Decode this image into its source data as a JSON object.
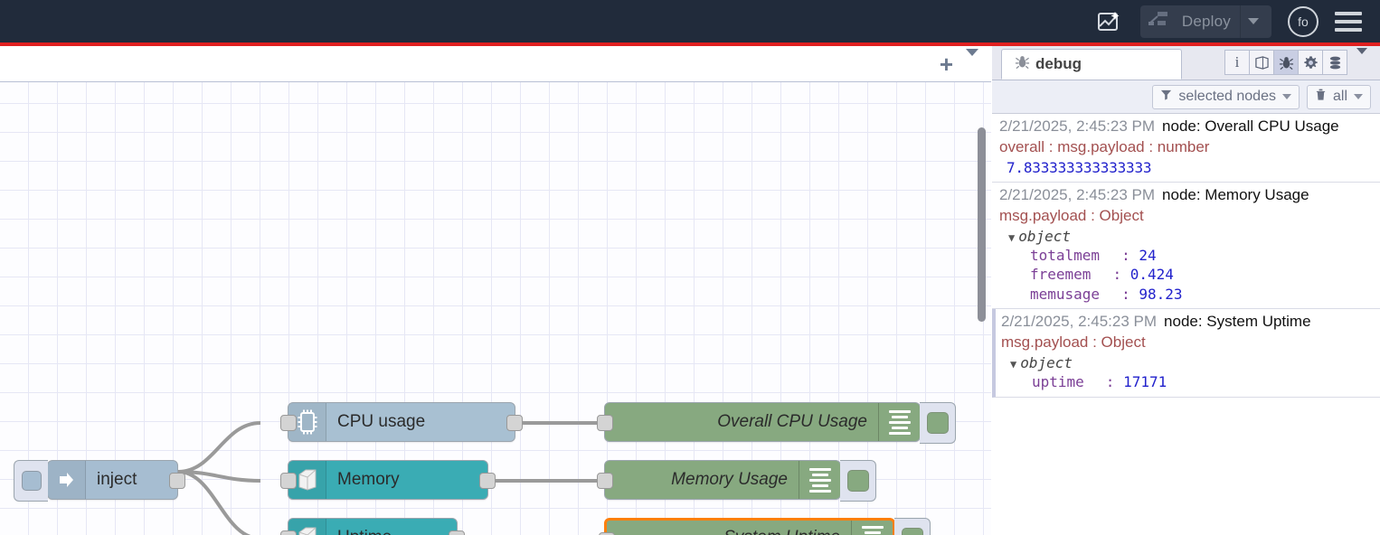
{
  "header": {
    "ai_icon": "flow-sparkle-icon",
    "deploy_label": "Deploy",
    "deploy_icon": "deploy-icon",
    "avatar_initials": "fo",
    "menu_icon": "hamburger-icon",
    "accent_red": "#e02020",
    "bg": "#212b3b"
  },
  "workspace": {
    "add_tab_label": "+",
    "tab_menu_icon": "chevron-down-icon"
  },
  "flow": {
    "nodes": [
      {
        "id": "inject",
        "label": "inject",
        "icon": "arrow-right-icon",
        "color": "#a6bdd1",
        "type": "inject"
      },
      {
        "id": "cpu",
        "label": "CPU usage",
        "icon": "cpu-chip-icon",
        "color": "#a8c0d2",
        "type": "source"
      },
      {
        "id": "memory",
        "label": "Memory",
        "icon": "server-box-icon",
        "color": "#3aacb4",
        "type": "source"
      },
      {
        "id": "uptime",
        "label": "Uptime",
        "icon": "server-box-icon",
        "color": "#3aacb4",
        "type": "source"
      },
      {
        "id": "dbg_cpu",
        "label": "Overall CPU Usage",
        "icon": "debug-lines-icon",
        "color": "#87a980",
        "type": "debug",
        "selected": false
      },
      {
        "id": "dbg_mem",
        "label": "Memory Usage",
        "icon": "debug-lines-icon",
        "color": "#87a980",
        "type": "debug",
        "selected": false
      },
      {
        "id": "dbg_up",
        "label": "System Uptime",
        "icon": "debug-lines-icon",
        "color": "#87a980",
        "type": "debug",
        "selected": true
      }
    ],
    "selection_color": "#ff7f0e"
  },
  "sidebar": {
    "tab_label": "debug",
    "tab_icon": "bug-icon",
    "tools": [
      {
        "name": "info-icon",
        "glyph": "i",
        "active": false
      },
      {
        "name": "book-icon",
        "glyph": "❐",
        "active": false
      },
      {
        "name": "bug-icon",
        "glyph": "☣",
        "active": true
      },
      {
        "name": "gear-icon",
        "glyph": "⚙",
        "active": false
      },
      {
        "name": "database-icon",
        "glyph": "≣",
        "active": false
      }
    ],
    "tools_caret_icon": "chevron-down-icon",
    "filters": [
      {
        "name": "filter-selected-nodes",
        "icon": "funnel-icon",
        "label": "selected nodes"
      },
      {
        "name": "clear-all",
        "icon": "trash-icon",
        "label": "all"
      }
    ],
    "messages": [
      {
        "timestamp": "2/21/2025, 2:45:23 PM",
        "node_ref": "node: Overall CPU Usage",
        "topic": "overall : msg.payload : number",
        "kind": "value",
        "value": "7.833333333333333",
        "highlight": false
      },
      {
        "timestamp": "2/21/2025, 2:45:23 PM",
        "node_ref": "node: Memory Usage",
        "topic": "msg.payload : Object",
        "kind": "object",
        "object_label": "object",
        "entries": [
          {
            "key": "totalmem",
            "value": "24"
          },
          {
            "key": "freemem",
            "value": "0.424"
          },
          {
            "key": "memusage",
            "value": "98.23"
          }
        ],
        "highlight": false
      },
      {
        "timestamp": "2/21/2025, 2:45:23 PM",
        "node_ref": "node: System Uptime",
        "topic": "msg.payload : Object",
        "kind": "object",
        "object_label": "object",
        "entries": [
          {
            "key": "uptime",
            "value": "17171"
          }
        ],
        "highlight": true
      }
    ]
  }
}
